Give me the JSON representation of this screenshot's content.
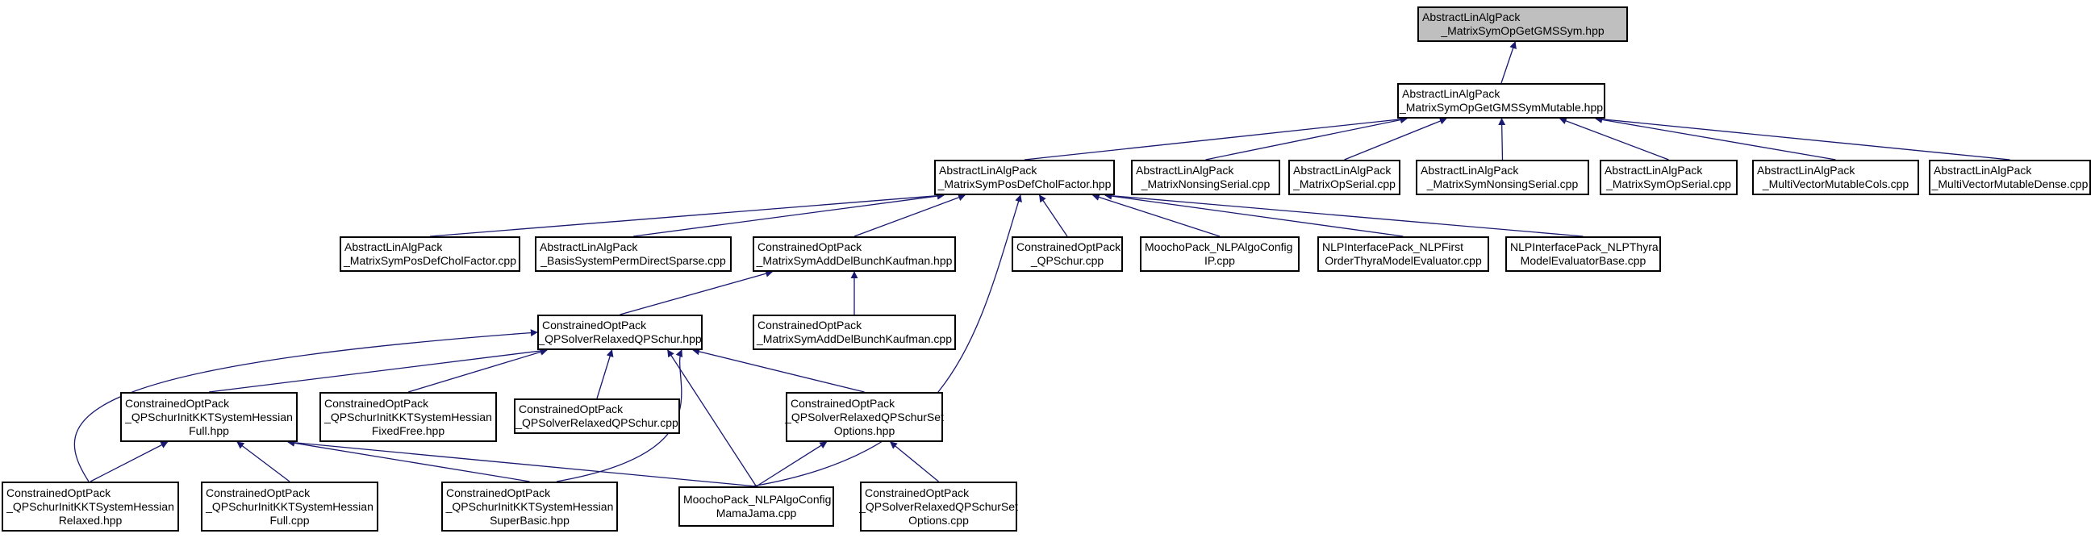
{
  "diagram": {
    "nodes": [
      {
        "id": "n0",
        "lines": [
          "AbstractLinAlgPack",
          "_MatrixSymOpGetGMSSym.hpp"
        ],
        "current": true
      },
      {
        "id": "n1",
        "lines": [
          "AbstractLinAlgPack",
          "_MatrixSymOpGetGMSSymMutable.hpp"
        ]
      },
      {
        "id": "n2",
        "lines": [
          "AbstractLinAlgPack",
          "_MatrixSymPosDefCholFactor.hpp"
        ]
      },
      {
        "id": "n3",
        "lines": [
          "AbstractLinAlgPack",
          "_MatrixNonsingSerial.cpp"
        ]
      },
      {
        "id": "n4",
        "lines": [
          "AbstractLinAlgPack",
          "_MatrixOpSerial.cpp"
        ]
      },
      {
        "id": "n5",
        "lines": [
          "AbstractLinAlgPack",
          "_MatrixSymNonsingSerial.cpp"
        ]
      },
      {
        "id": "n6",
        "lines": [
          "AbstractLinAlgPack",
          "_MatrixSymOpSerial.cpp"
        ]
      },
      {
        "id": "n7",
        "lines": [
          "AbstractLinAlgPack",
          "_MultiVectorMutableCols.cpp"
        ]
      },
      {
        "id": "n8",
        "lines": [
          "AbstractLinAlgPack",
          "_MultiVectorMutableDense.cpp"
        ]
      },
      {
        "id": "n9",
        "lines": [
          "AbstractLinAlgPack",
          "_MatrixSymPosDefCholFactor.cpp"
        ]
      },
      {
        "id": "n10",
        "lines": [
          "AbstractLinAlgPack",
          "_BasisSystemPermDirectSparse.cpp"
        ]
      },
      {
        "id": "n11",
        "lines": [
          "ConstrainedOptPack",
          "_MatrixSymAddDelBunchKaufman.hpp"
        ]
      },
      {
        "id": "n12",
        "lines": [
          "ConstrainedOptPack",
          "_QPSchur.cpp"
        ]
      },
      {
        "id": "n13",
        "lines": [
          "MoochoPack_NLPAlgoConfig",
          "IP.cpp"
        ]
      },
      {
        "id": "n14",
        "lines": [
          "NLPInterfacePack_NLPFirst",
          "OrderThyraModelEvaluator.cpp"
        ]
      },
      {
        "id": "n15",
        "lines": [
          "NLPInterfacePack_NLPThyra",
          "ModelEvaluatorBase.cpp"
        ]
      },
      {
        "id": "n16",
        "lines": [
          "ConstrainedOptPack",
          "_QPSolverRelaxedQPSchur.hpp"
        ]
      },
      {
        "id": "n17",
        "lines": [
          "ConstrainedOptPack",
          "_MatrixSymAddDelBunchKaufman.cpp"
        ]
      },
      {
        "id": "n18",
        "lines": [
          "ConstrainedOptPack",
          "_QPSchurInitKKTSystemHessian",
          "Full.hpp"
        ]
      },
      {
        "id": "n19",
        "lines": [
          "ConstrainedOptPack",
          "_QPSchurInitKKTSystemHessian",
          "FixedFree.hpp"
        ]
      },
      {
        "id": "n20",
        "lines": [
          "ConstrainedOptPack",
          "_QPSolverRelaxedQPSchur.cpp"
        ]
      },
      {
        "id": "n21",
        "lines": [
          "ConstrainedOptPack",
          "_QPSolverRelaxedQPSchurSet",
          "Options.hpp"
        ]
      },
      {
        "id": "n22",
        "lines": [
          "ConstrainedOptPack",
          "_QPSchurInitKKTSystemHessian",
          "Relaxed.hpp"
        ]
      },
      {
        "id": "n23",
        "lines": [
          "ConstrainedOptPack",
          "_QPSchurInitKKTSystemHessian",
          "Full.cpp"
        ]
      },
      {
        "id": "n24",
        "lines": [
          "ConstrainedOptPack",
          "_QPSchurInitKKTSystemHessian",
          "SuperBasic.hpp"
        ]
      },
      {
        "id": "n25",
        "lines": [
          "MoochoPack_NLPAlgoConfig",
          "MamaJama.cpp"
        ]
      },
      {
        "id": "n26",
        "lines": [
          "ConstrainedOptPack",
          "_QPSolverRelaxedQPSchurSet",
          "Options.cpp"
        ]
      }
    ],
    "edges": [
      [
        "n1",
        "n0"
      ],
      [
        "n2",
        "n1"
      ],
      [
        "n3",
        "n1"
      ],
      [
        "n4",
        "n1"
      ],
      [
        "n5",
        "n1"
      ],
      [
        "n6",
        "n1"
      ],
      [
        "n7",
        "n1"
      ],
      [
        "n8",
        "n1"
      ],
      [
        "n9",
        "n2"
      ],
      [
        "n10",
        "n2"
      ],
      [
        "n11",
        "n2"
      ],
      [
        "n12",
        "n2"
      ],
      [
        "n13",
        "n2"
      ],
      [
        "n14",
        "n2"
      ],
      [
        "n15",
        "n2"
      ],
      [
        "n25",
        "n2"
      ],
      [
        "n16",
        "n11"
      ],
      [
        "n17",
        "n11"
      ],
      [
        "n18",
        "n16"
      ],
      [
        "n19",
        "n16"
      ],
      [
        "n20",
        "n16"
      ],
      [
        "n21",
        "n16"
      ],
      [
        "n22",
        "n16"
      ],
      [
        "n24",
        "n16"
      ],
      [
        "n25",
        "n16"
      ],
      [
        "n22",
        "n18"
      ],
      [
        "n23",
        "n18"
      ],
      [
        "n24",
        "n18"
      ],
      [
        "n25",
        "n18"
      ],
      [
        "n25",
        "n21"
      ],
      [
        "n26",
        "n21"
      ]
    ],
    "colors": {
      "edge": "#191970",
      "border": "#000000",
      "current_fill": "#bfbfbf",
      "fill": "#ffffff"
    }
  }
}
